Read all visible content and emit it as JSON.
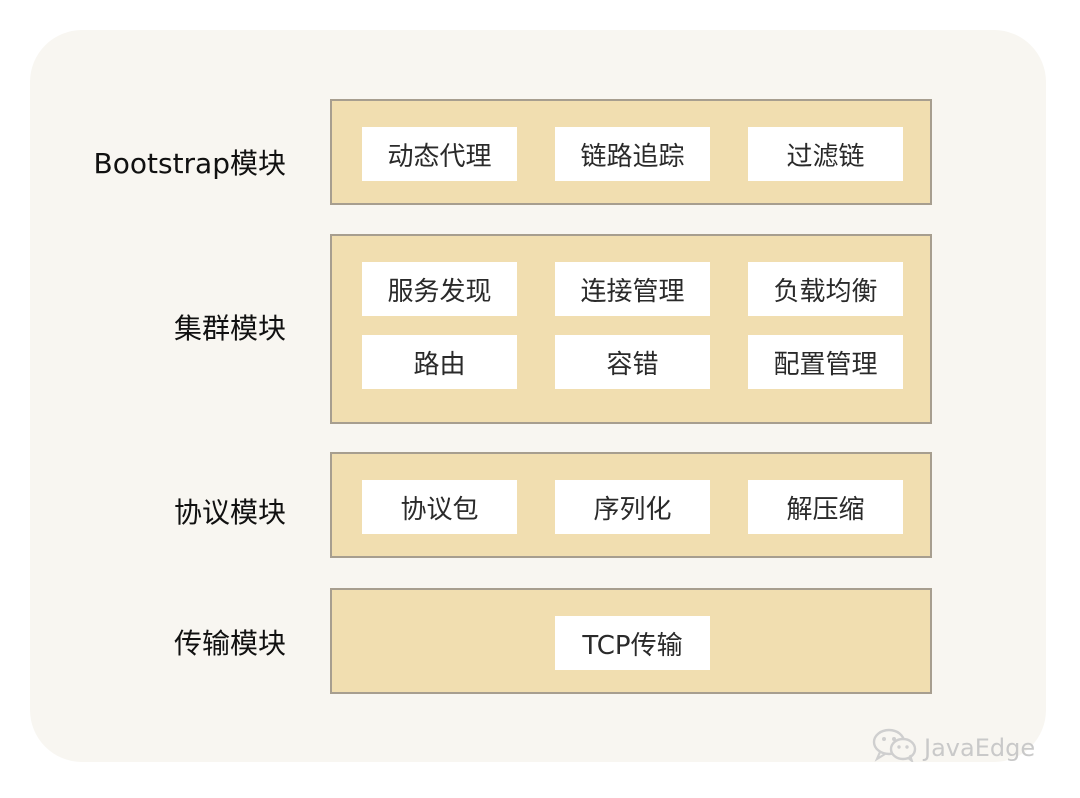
{
  "modules": [
    {
      "label": "Bootstrap模块",
      "items": [
        "动态代理",
        "链路追踪",
        "过滤链"
      ]
    },
    {
      "label": "集群模块",
      "items": [
        "服务发现",
        "连接管理",
        "负载均衡",
        "路由",
        "容错",
        "配置管理"
      ]
    },
    {
      "label": "协议模块",
      "items": [
        "协议包",
        "序列化",
        "解压缩"
      ]
    },
    {
      "label": "传输模块",
      "items": [
        "TCP传输"
      ]
    }
  ],
  "watermark": {
    "text": "JavaEdge",
    "icon": "wechat-icon"
  },
  "colors": {
    "panel": "#f1deb0",
    "panel_border": "#a79e8f",
    "chip": "#ffffff",
    "card": "#f8f6f1"
  }
}
